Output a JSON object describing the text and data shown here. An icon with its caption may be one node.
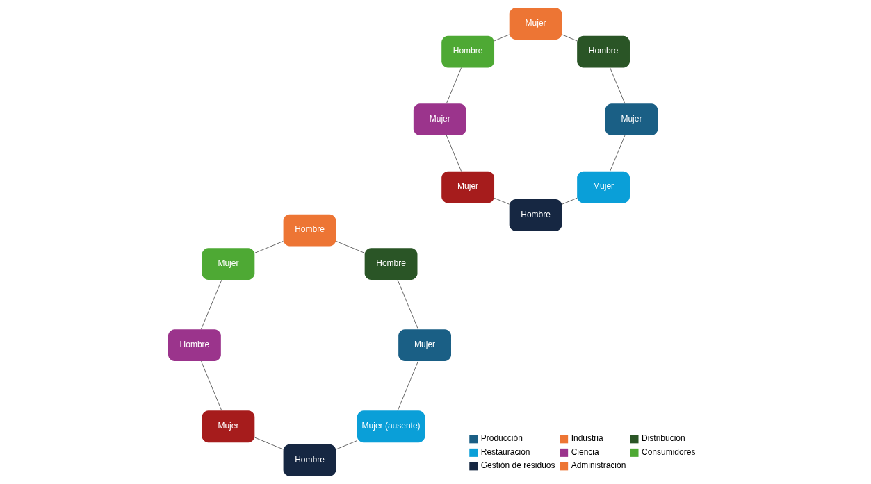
{
  "diagram": {
    "nodes": [
      {
        "text": [
          "Mujer (ausente)"
        ]
      },
      {
        "text": [
          "Mujer"
        ]
      },
      {
        "text": [
          "Hombre"
        ]
      },
      {
        "text": [
          "Hombre"
        ]
      },
      {
        "text": [
          "Mujer"
        ]
      },
      {
        "text": [
          "Hombre"
        ]
      },
      {
        "text": [
          "Hombre"
        ]
      },
      {
        "text": [
          "Mujer"
        ]
      },
      {
        "text": [
          "Mujer"
        ]
      },
      {
        "text": [
          "Mujer"
        ]
      },
      {
        "text": [
          "Hombre"
        ]
      },
      {
        "text": [
          "Hombre"
        ]
      },
      {
        "text": [
          "Mujer"
        ]
      },
      {
        "text": [
          "Mujer"
        ]
      },
      {
        "text": [
          "Mujer"
        ]
      },
      {
        "text": [
          "Hombre"
        ]
      }
    ],
    "edges": [
      {
        "from": 0,
        "to": 2,
        "arrow": "none"
      },
      {
        "from": 2,
        "to": 4,
        "arrow": "none"
      },
      {
        "from": 4,
        "to": 6,
        "arrow": "none"
      },
      {
        "from": 6,
        "to": 7,
        "arrow": "none"
      },
      {
        "from": 7,
        "to": 5,
        "arrow": "none"
      },
      {
        "from": 5,
        "to": 3,
        "arrow": "none"
      },
      {
        "from": 3,
        "to": 1,
        "arrow": "none"
      },
      {
        "from": 1,
        "to": 0,
        "arrow": "none"
      },
      {
        "from": 8,
        "to": 10,
        "arrow": "none"
      },
      {
        "from": 10,
        "to": 12,
        "arrow": "none"
      },
      {
        "from": 12,
        "to": 14,
        "arrow": "none"
      },
      {
        "from": 14,
        "to": 15,
        "arrow": "none"
      },
      {
        "from": 15,
        "to": 13,
        "arrow": "none"
      },
      {
        "from": 13,
        "to": 11,
        "arrow": "none"
      },
      {
        "from": 11,
        "to": 9,
        "arrow": "none"
      },
      {
        "from": 9,
        "to": 8,
        "arrow": "none"
      }
    ],
    "legend": [
      {
        "text": "Producción",
        "color": "#1a5f85"
      },
      {
        "text": "Restauración",
        "color": "#0a9fd8"
      },
      {
        "text": "Gestión de residuos",
        "color": "#162742"
      },
      {
        "text": "Industria",
        "color": "#ed7534"
      },
      {
        "text": "Ciencia",
        "color": "#9b348c"
      },
      {
        "text": "Administración",
        "color": "#ed7534"
      },
      {
        "text": "Distribución",
        "color": "#2a5526"
      },
      {
        "text": "Consumidores",
        "color": "#4ea934"
      }
    ]
  }
}
